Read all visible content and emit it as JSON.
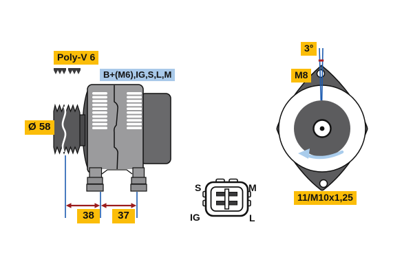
{
  "drawing": {
    "side_view": {
      "belt_type": "Poly-V 6",
      "terminals": "B+(M6),IG,S,L,M",
      "pulley_diameter": "Ø 58",
      "dim_pulley_to_foot": "38",
      "dim_foot_to_foot": "37"
    },
    "connector": {
      "pin_top_left": "S",
      "pin_top_right": "M",
      "pin_bottom_left": "IG",
      "pin_bottom_right": "L"
    },
    "front_view": {
      "tilt_angle": "3°",
      "thread_top": "M8",
      "mount_spec": "11/M10x1,25"
    },
    "colors": {
      "label_yellow": "#FBBD09",
      "label_blue": "#A9C9E9",
      "dimension_blue": "#1C5BB0",
      "dimension_red": "#9B1C1C",
      "tick_red": "#B01E24",
      "rotation_arrow_blue": "#A9CCEC",
      "body_light_gray": "#9B9B9D",
      "body_dark_gray": "#5C5C5E",
      "rear_gray": "#69696B"
    }
  }
}
